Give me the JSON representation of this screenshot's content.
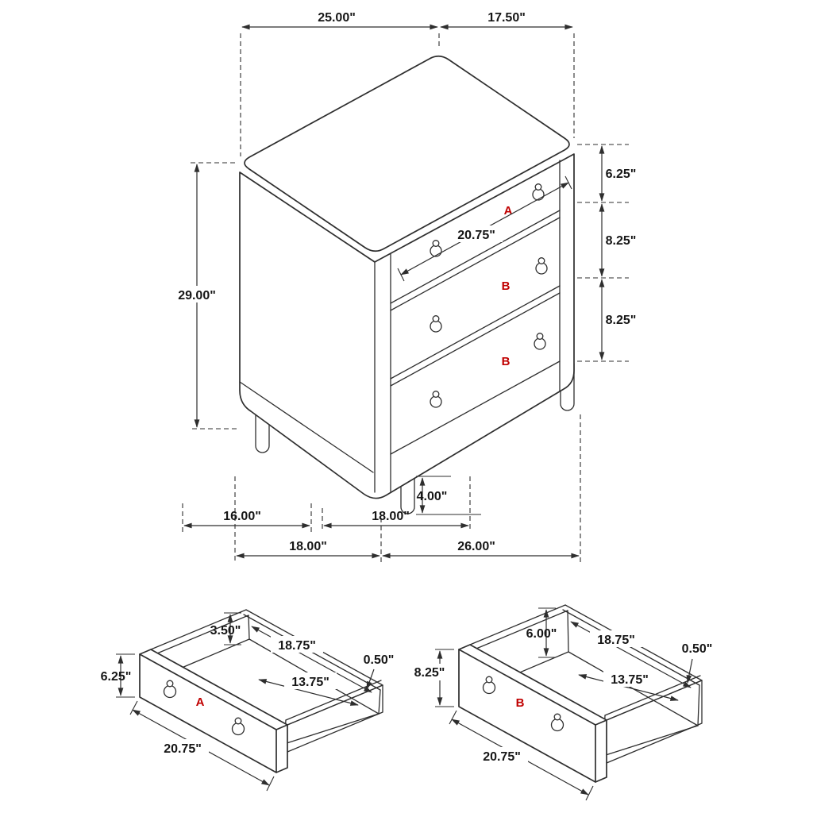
{
  "colors": {
    "line": "#2e2e2e",
    "dimension_text": "#161616",
    "drawer_label": "#c00000",
    "background": "#ffffff"
  },
  "main_view": {
    "top_width": "25.00\"",
    "top_depth": "17.50\"",
    "drawer_a_height": "6.25\"",
    "drawer_b_height": "8.25\"",
    "drawer_b2_height": "8.25\"",
    "overall_height": "29.00\"",
    "drawer_front_width": "20.75\"",
    "leg_height": "4.00\"",
    "leg_spacing_side": "16.00\"",
    "leg_spacing_front": "18.00\"",
    "footprint_depth": "18.00\"",
    "footprint_width": "26.00\"",
    "label_drawer_top": "A",
    "label_drawer_middle": "B",
    "label_drawer_bottom": "B"
  },
  "drawer_a": {
    "label": "A",
    "inner_height": "3.50\"",
    "inner_width": "18.75\"",
    "wall_thickness": "0.50\"",
    "front_height": "6.25\"",
    "inner_depth": "13.75\"",
    "front_width": "20.75\""
  },
  "drawer_b": {
    "label": "B",
    "inner_height": "6.00\"",
    "inner_width": "18.75\"",
    "wall_thickness": "0.50\"",
    "front_height": "8.25\"",
    "inner_depth": "13.75\"",
    "front_width": "20.75\""
  }
}
